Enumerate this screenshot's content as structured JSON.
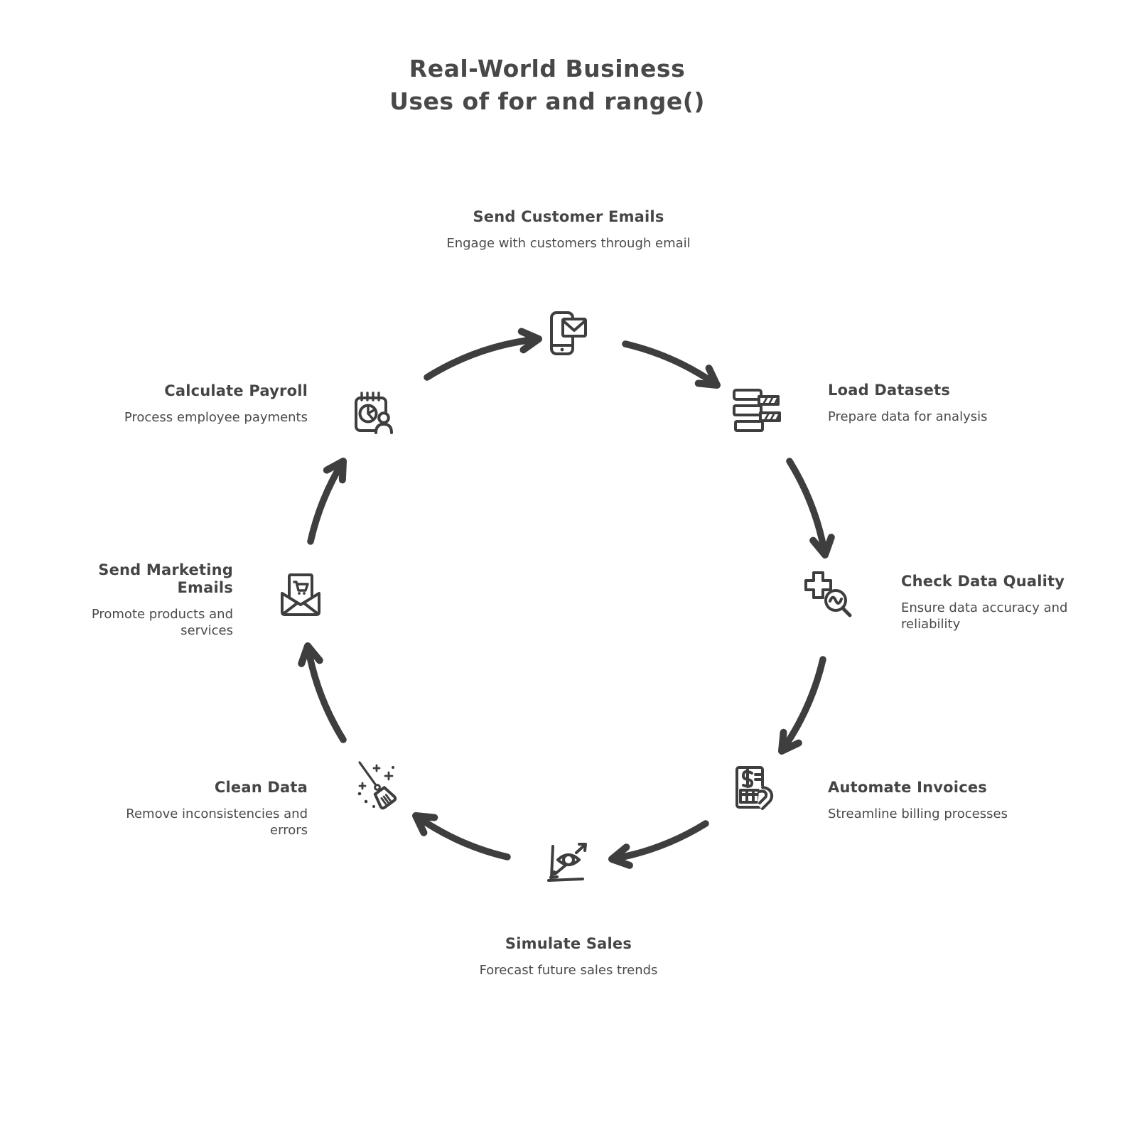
{
  "title": {
    "line1": "Real-World Business",
    "line2": "Uses of for and range()"
  },
  "flow_direction": "clockwise",
  "colors": {
    "ink": "#3e3e3e",
    "text": "#474747",
    "background": "#ffffff"
  },
  "nodes": [
    {
      "id": "send-customer-emails",
      "title": "Send Customer Emails",
      "desc": "Engage with customers through email",
      "icon": "phone-email-icon",
      "position": "top"
    },
    {
      "id": "load-datasets",
      "title": "Load Datasets",
      "desc": "Prepare data for analysis",
      "icon": "stacked-data-icon",
      "position": "upper-right"
    },
    {
      "id": "check-data-quality",
      "title": "Check Data Quality",
      "desc": "Ensure data accuracy and reliability",
      "icon": "health-cross-magnifier-icon",
      "position": "right"
    },
    {
      "id": "automate-invoices",
      "title": "Automate Invoices",
      "desc": "Streamline billing processes",
      "icon": "invoice-hand-icon",
      "position": "lower-right"
    },
    {
      "id": "simulate-sales",
      "title": "Simulate Sales",
      "desc": "Forecast future sales trends",
      "icon": "forecast-eye-chart-icon",
      "position": "bottom"
    },
    {
      "id": "clean-data",
      "title": "Clean Data",
      "desc": "Remove inconsistencies and errors",
      "icon": "broom-sparkles-icon",
      "position": "lower-left"
    },
    {
      "id": "send-marketing-emails",
      "title": "Send Marketing Emails",
      "desc": "Promote products and services",
      "icon": "envelope-cart-icon",
      "position": "left"
    },
    {
      "id": "calculate-payroll",
      "title": "Calculate Payroll",
      "desc": "Process employee payments",
      "icon": "calendar-pie-person-icon",
      "position": "upper-left"
    }
  ]
}
